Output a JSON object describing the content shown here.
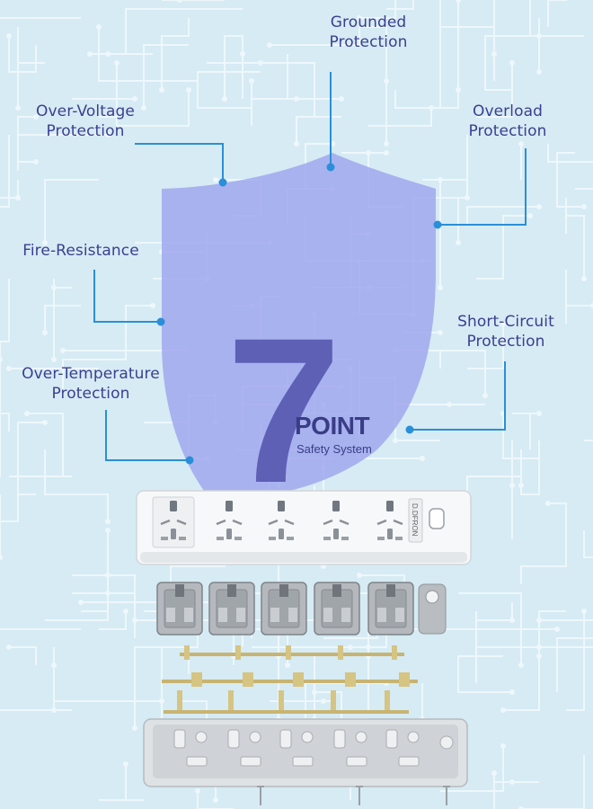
{
  "headline": {
    "number": "7",
    "word": "POINT",
    "subtitle": "Safety System"
  },
  "features": [
    {
      "line1": "Grounded",
      "line2": "Protection"
    },
    {
      "line1": "Over-Voltage",
      "line2": "Protection"
    },
    {
      "line1": "Overload",
      "line2": "Protection"
    },
    {
      "line1": "Fire-Resistance",
      "line2": ""
    },
    {
      "line1": "Short-Circuit",
      "line2": "Protection"
    },
    {
      "line1": "Over-Temperature",
      "line2": "Protection"
    }
  ],
  "product": {
    "brand": "D.DFRON",
    "socket_count": 5
  },
  "colors": {
    "background": "#d6ebf4",
    "circuit": "#eef7fb",
    "shield": "#9ea5ee",
    "text": "#3b3f8f",
    "callout": "#2a8fd8"
  }
}
